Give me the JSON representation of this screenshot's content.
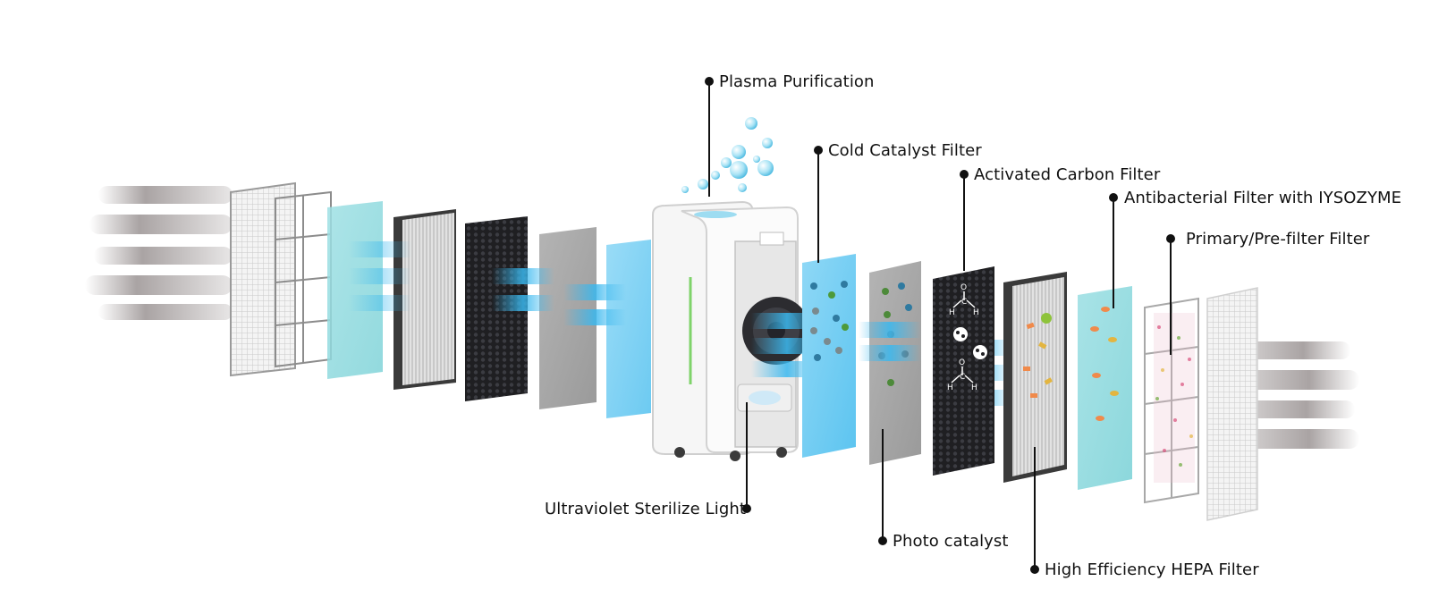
{
  "diagram": {
    "labels": {
      "plasma": "Plasma Purification",
      "cold_catalyst": "Cold Catalyst Filter",
      "activated_carbon": "Activated Carbon Filter",
      "antibacterial": "Antibacterial Filter with IYSOZYME",
      "primary": "Primary/Pre-filter Filter",
      "uv_light": "Ultraviolet Sterilize Light",
      "photo_catalyst": "Photo catalyst",
      "hepa": "High Efficiency HEPA Filter"
    },
    "molecule_text": {
      "o": "O",
      "c": "C",
      "h": "H"
    }
  }
}
